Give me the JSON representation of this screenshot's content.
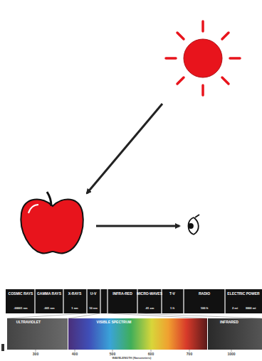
{
  "diagram": {
    "labels": [
      "COSMIC RAYS",
      "GAMMA RAYS",
      "X-RAYS",
      "U-V",
      "INFRA-RED",
      "MICRO-WAVES",
      "T-V",
      "RADIO",
      "ELECTRIC POWER",
      ".00001 nm",
      ".001 nm",
      "1 nm",
      "10 nm",
      ".01 cm",
      "1 ft",
      "100 ft",
      "2 mi",
      "3000 mi",
      "ULTRAVIOLET",
      "VISIBLE SPECTRUM",
      "INFRARED",
      "300",
      "400",
      "500",
      "600",
      "700",
      "1000",
      "WAVELENGTH (Nanometers)"
    ]
  }
}
